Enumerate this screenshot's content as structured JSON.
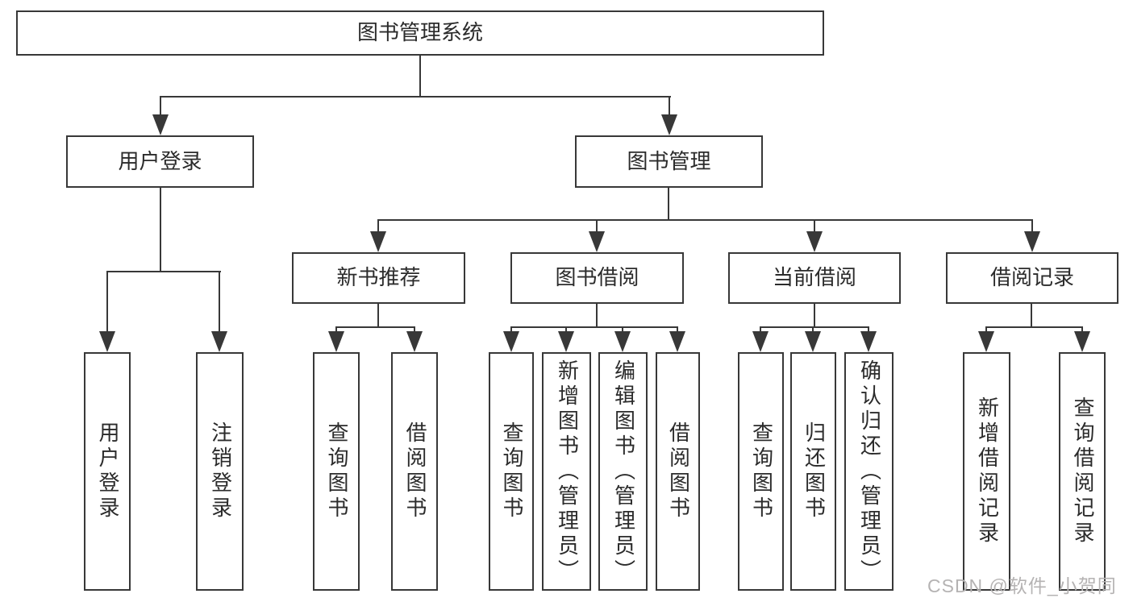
{
  "diagram_title": "图书管理系统",
  "nodes": {
    "root": {
      "label": "图书管理系统"
    },
    "level2": [
      {
        "label": "用户登录"
      },
      {
        "label": "图书管理"
      }
    ],
    "level3": [
      {
        "label": "新书推荐",
        "parent": "图书管理"
      },
      {
        "label": "图书借阅",
        "parent": "图书管理"
      },
      {
        "label": "当前借阅",
        "parent": "图书管理"
      },
      {
        "label": "借阅记录",
        "parent": "图书管理"
      }
    ],
    "leaves": [
      {
        "label": "用户登录",
        "parent": "用户登录"
      },
      {
        "label": "注销登录",
        "parent": "用户登录"
      },
      {
        "label": "查询图书",
        "parent": "新书推荐"
      },
      {
        "label": "借阅图书",
        "parent": "新书推荐"
      },
      {
        "label": "查询图书",
        "parent": "图书借阅"
      },
      {
        "label": "新增图书（管理员）",
        "parent": "图书借阅"
      },
      {
        "label": "编辑图书（管理员）",
        "parent": "图书借阅"
      },
      {
        "label": "借阅图书",
        "parent": "图书借阅"
      },
      {
        "label": "查询图书",
        "parent": "当前借阅"
      },
      {
        "label": "归还图书",
        "parent": "当前借阅"
      },
      {
        "label": "确认归还（管理员）",
        "parent": "当前借阅"
      },
      {
        "label": "新增借阅记录",
        "parent": "借阅记录"
      },
      {
        "label": "查询借阅记录",
        "parent": "借阅记录"
      }
    ]
  },
  "watermark": {
    "text": "CSDN @软件_小贺同学"
  },
  "colors": {
    "line": "#383838",
    "text": "#2b2b2b",
    "box_fill": "#ffffff",
    "background": "#ffffff",
    "watermark": "#b5b3b3"
  }
}
